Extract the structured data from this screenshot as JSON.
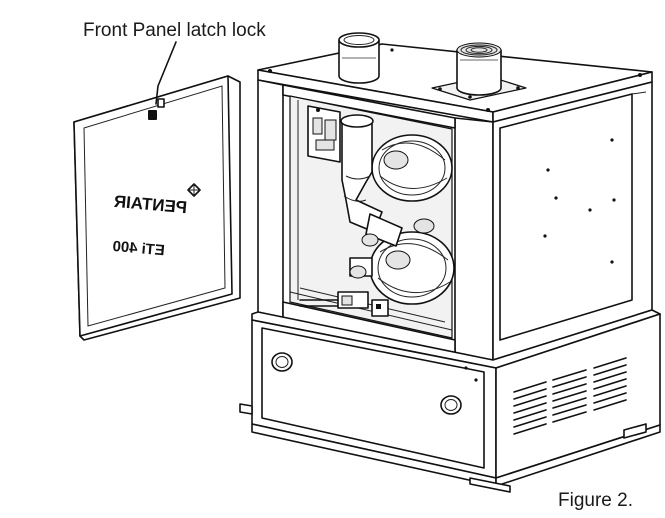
{
  "callout_label": "Front Panel latch lock",
  "figure_caption": "Figure 2.",
  "door_brand": "PENTAIR",
  "door_model": "ETi 400"
}
